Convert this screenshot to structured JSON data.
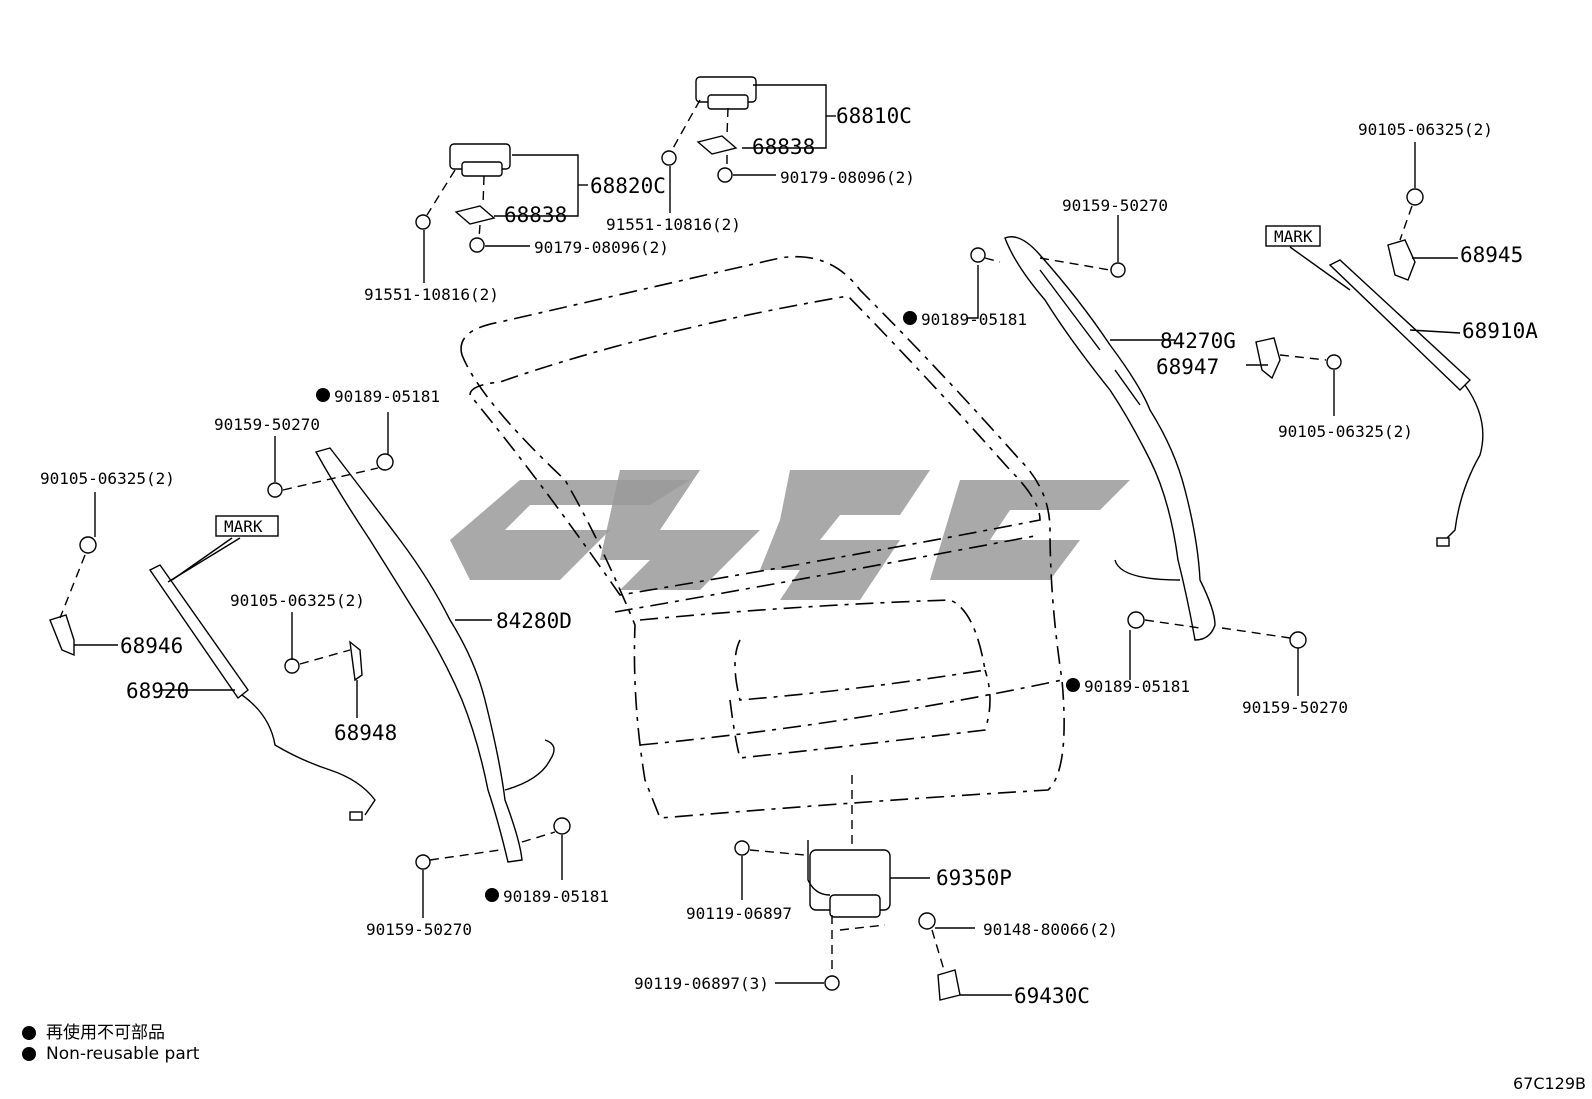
{
  "callouts": {
    "p68810C": "68810C",
    "p68838a": "68838",
    "p90179a": "90179-08096(2)",
    "p91551a": "91551-10816(2)",
    "p68820C": "68820C",
    "p68838b": "68838",
    "p90179b": "90179-08096(2)",
    "p91551b": "91551-10816(2)",
    "p90105_tr": "90105-06325(2)",
    "p68945": "68945",
    "p68910A": "68910A",
    "p90105_mr": "90105-06325(2)",
    "p90159_tr": "90159-50270",
    "p90189_tr": "90189-05181",
    "p84270G": "84270G",
    "p68947": "68947",
    "p90189_ml": "90189-05181",
    "p90159_ml": "90159-50270",
    "p90105_l": "90105-06325(2)",
    "p68946": "68946",
    "p68920": "68920",
    "p90105_c": "90105-06325(2)",
    "p68948": "68948",
    "p84280D": "84280D",
    "p90189_r": "90189-05181",
    "p90159_r": "90159-50270",
    "p90189_bl": "90189-05181",
    "p90159_bl": "90159-50270",
    "p69350P": "69350P",
    "p90119a": "90119-06897",
    "p90148": "90148-80066(2)",
    "p90119b": "90119-06897(3)",
    "p69430C": "69430C",
    "mark_l": "MARK",
    "mark_r": "MARK"
  },
  "legend": {
    "line1": "再使用不可部品",
    "line2": "Non-reusable part"
  },
  "diagram_code": "67C129B"
}
